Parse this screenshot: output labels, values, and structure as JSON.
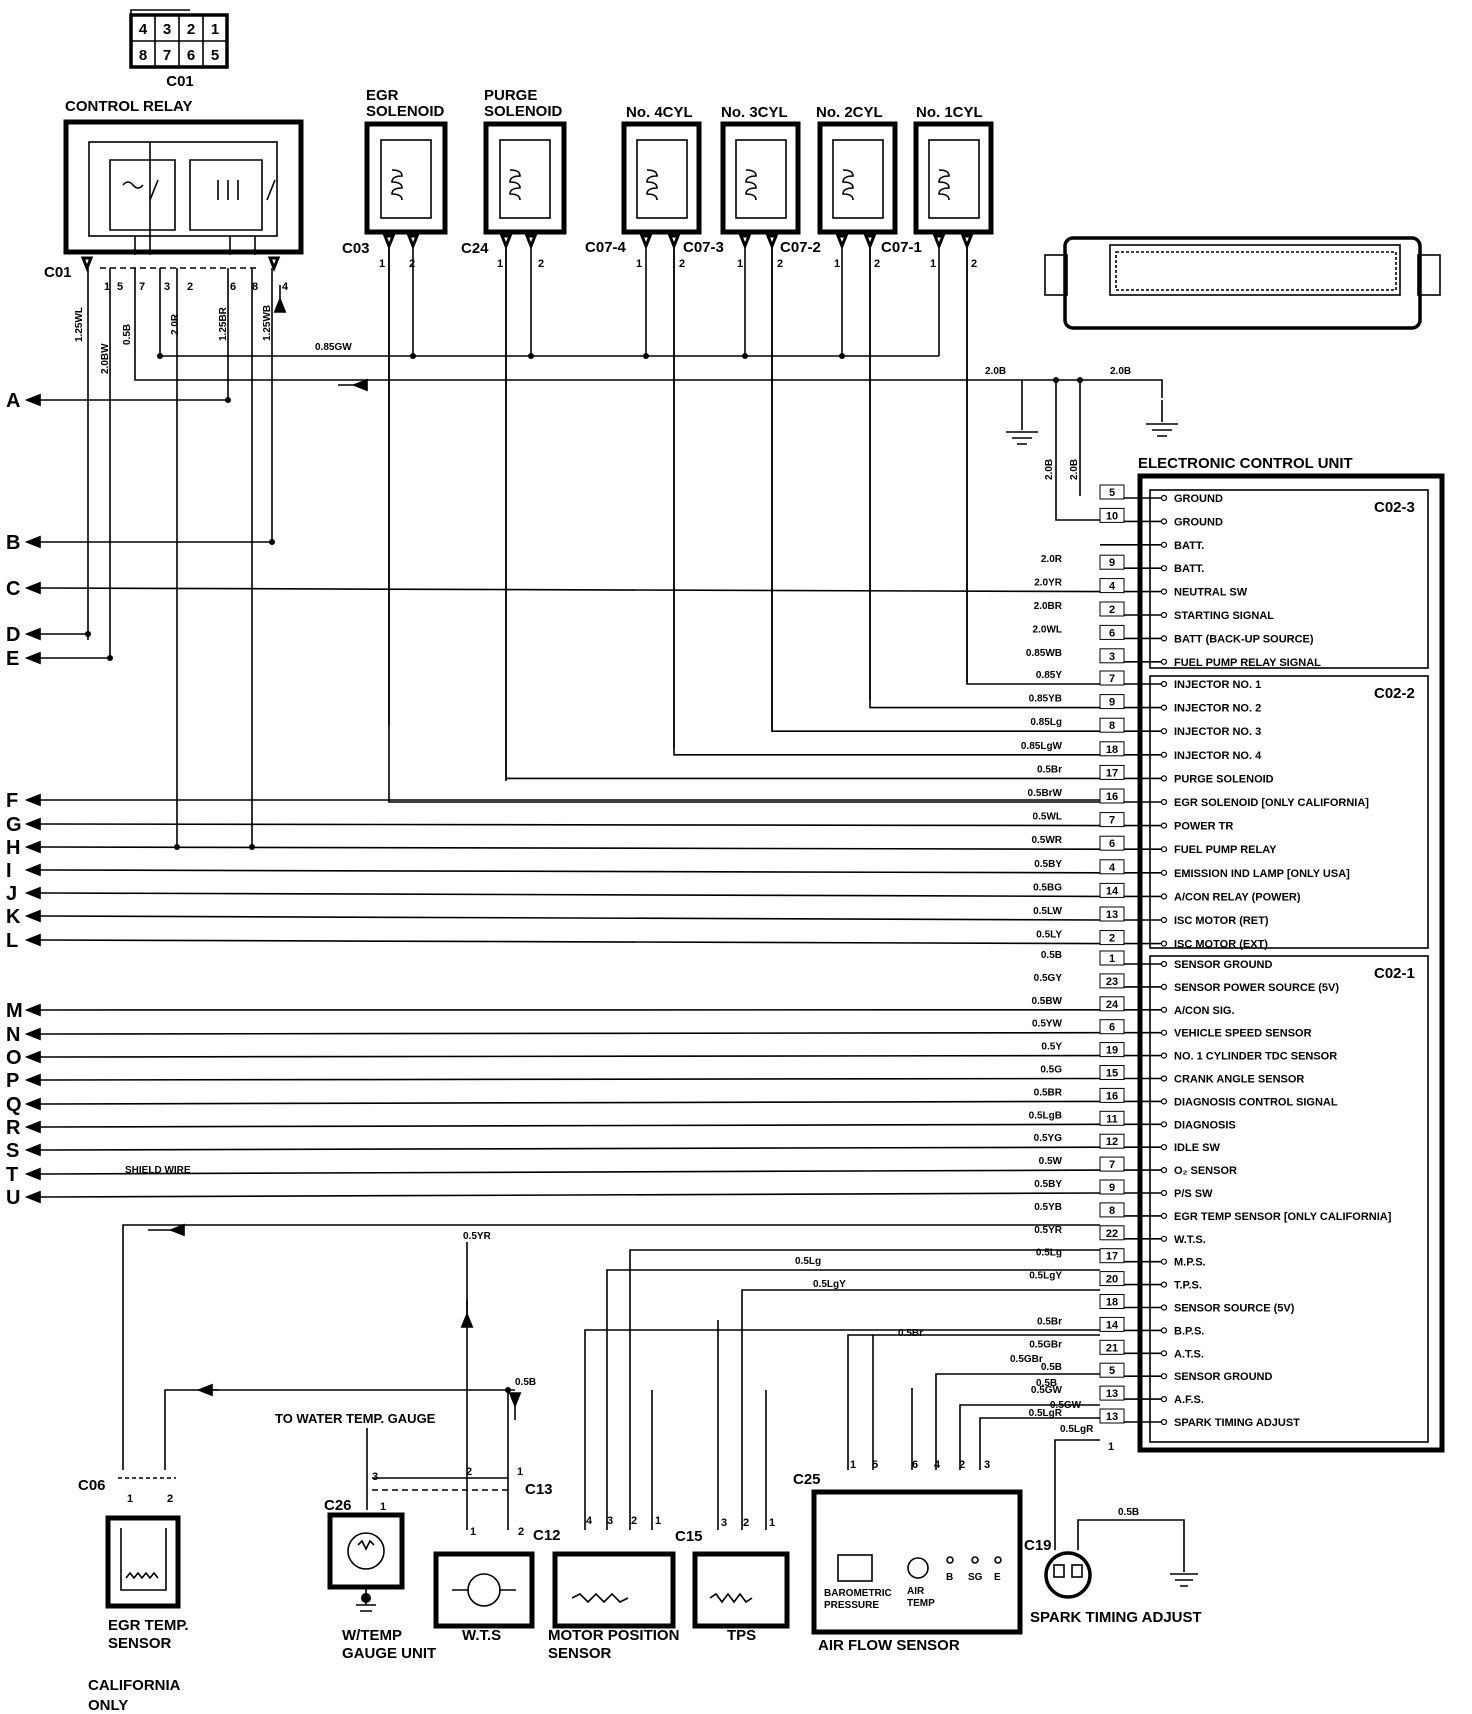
{
  "relay_connector": {
    "pins_top": [
      "4",
      "3",
      "2",
      "1"
    ],
    "pins_bottom": [
      "8",
      "7",
      "6",
      "5"
    ],
    "name": "C01"
  },
  "components": {
    "control_relay": "CONTROL RELAY",
    "egr_solenoid": [
      "EGR",
      "SOLENOID"
    ],
    "purge_solenoid": [
      "PURGE",
      "SOLENOID"
    ],
    "cylinders": [
      "No. 4CYL",
      "No. 3CYL",
      "No. 2CYL",
      "No. 1CYL"
    ],
    "ecu": "ELECTRONIC CONTROL UNIT",
    "egr_temp_sensor": [
      "EGR TEMP.",
      "SENSOR"
    ],
    "california_only": [
      "CALIFORNIA",
      "ONLY"
    ],
    "temp_gauge_unit": [
      "W/TEMP",
      "GAUGE UNIT"
    ],
    "to_water_temp_gauge": "TO WATER TEMP. GAUGE",
    "wts": "W.T.S",
    "mps": [
      "MOTOR POSITION",
      "SENSOR"
    ],
    "tps": "TPS",
    "afs": "AIR FLOW SENSOR",
    "afs_inner": {
      "baro": [
        "BAROMETRIC",
        "PRESSURE"
      ],
      "air": [
        "AIR",
        "TEMP"
      ],
      "b": "B",
      "sg": "SG",
      "e": "E"
    },
    "spark_adjust": "SPARK TIMING ADJUST",
    "shield_wire": "SHIELD WIRE"
  },
  "connectors": {
    "c01": "C01",
    "c03": "C03",
    "c24": "C24",
    "c07": [
      "C07-4",
      "C07-3",
      "C07-2",
      "C07-1"
    ],
    "c06": "C06",
    "c26": "C26",
    "c13": "C13",
    "c12": "C12",
    "c15": "C15",
    "c25": "C25",
    "c19": "C19"
  },
  "relay_pins": [
    "1",
    "5",
    "7",
    "3",
    "2",
    "6",
    "8",
    "4"
  ],
  "relay_wires": [
    "1.25WL",
    "2.0BW",
    "0.5B",
    "2.0R",
    "1.25BR",
    "1.25WB"
  ],
  "bus_labels": {
    "gw": "0.85GW",
    "ob1": "2.0B",
    "ob2": "2.0B",
    "ob3": "2.0B",
    "ob4": "2.0B"
  },
  "groups": {
    "g3": "C02-3",
    "g2": "C02-2",
    "g1": "C02-1"
  },
  "c02_3": [
    {
      "label": "GROUND",
      "pin": "5",
      "wire": ""
    },
    {
      "label": "GROUND",
      "pin": "10",
      "wire": ""
    },
    {
      "label": "BATT.",
      "pin": "",
      "wire": ""
    },
    {
      "label": "BATT.",
      "pin": "9",
      "wire": "2.0R"
    },
    {
      "label": "NEUTRAL SW",
      "pin": "4",
      "wire": "2.0YR"
    },
    {
      "label": "STARTING SIGNAL",
      "pin": "2",
      "wire": "2.0BR"
    },
    {
      "label": "BATT (BACK-UP SOURCE)",
      "pin": "6",
      "wire": "2.0WL"
    },
    {
      "label": "FUEL PUMP RELAY SIGNAL",
      "pin": "3",
      "wire": "0.85WB"
    }
  ],
  "c02_2": [
    {
      "label": "INJECTOR NO. 1",
      "pin": "7",
      "wire": "0.85Y"
    },
    {
      "label": "INJECTOR NO. 2",
      "pin": "9",
      "wire": "0.85YB"
    },
    {
      "label": "INJECTOR NO. 3",
      "pin": "8",
      "wire": "0.85Lg"
    },
    {
      "label": "INJECTOR NO. 4",
      "pin": "18",
      "wire": "0.85LgW"
    },
    {
      "label": "PURGE SOLENOID",
      "pin": "17",
      "wire": "0.5Br"
    },
    {
      "label": "EGR SOLENOID [ONLY CALIFORNIA]",
      "pin": "16",
      "wire": "0.5BrW"
    },
    {
      "label": "POWER TR",
      "pin": "7",
      "wire": "0.5WL"
    },
    {
      "label": "FUEL PUMP RELAY",
      "pin": "6",
      "wire": "0.5WR"
    },
    {
      "label": "EMISSION IND LAMP [ONLY USA]",
      "pin": "4",
      "wire": "0.5BY"
    },
    {
      "label": "A/CON RELAY (POWER)",
      "pin": "14",
      "wire": "0.5BG"
    },
    {
      "label": "ISC MOTOR (RET)",
      "pin": "13",
      "wire": "0.5LW"
    },
    {
      "label": "ISC MOTOR (EXT)",
      "pin": "2",
      "wire": "0.5LY"
    }
  ],
  "c02_1": [
    {
      "label": "SENSOR GROUND",
      "pin": "1",
      "wire": "0.5B"
    },
    {
      "label": "SENSOR POWER SOURCE (5V)",
      "pin": "23",
      "wire": "0.5GY"
    },
    {
      "label": "A/CON SIG.",
      "pin": "24",
      "wire": "0.5BW"
    },
    {
      "label": "VEHICLE SPEED SENSOR",
      "pin": "6",
      "wire": "0.5YW"
    },
    {
      "label": "NO. 1 CYLINDER TDC SENSOR",
      "pin": "19",
      "wire": "0.5Y"
    },
    {
      "label": "CRANK ANGLE SENSOR",
      "pin": "15",
      "wire": "0.5G"
    },
    {
      "label": "DIAGNOSIS CONTROL SIGNAL",
      "pin": "16",
      "wire": "0.5BR"
    },
    {
      "label": "DIAGNOSIS",
      "pin": "11",
      "wire": "0.5LgB"
    },
    {
      "label": "IDLE SW",
      "pin": "12",
      "wire": "0.5YG"
    },
    {
      "label": "O₂ SENSOR",
      "pin": "7",
      "wire": "0.5W"
    },
    {
      "label": "P/S SW",
      "pin": "9",
      "wire": "0.5BY"
    },
    {
      "label": "EGR TEMP SENSOR [ONLY CALIFORNIA]",
      "pin": "8",
      "wire": "0.5YB"
    },
    {
      "label": "W.T.S.",
      "pin": "22",
      "wire": "0.5YR"
    },
    {
      "label": "M.P.S.",
      "pin": "17",
      "wire": "0.5Lg"
    },
    {
      "label": "T.P.S.",
      "pin": "20",
      "wire": "0.5LgY"
    },
    {
      "label": "SENSOR SOURCE (5V)",
      "pin": "18",
      "wire": ""
    },
    {
      "label": "B.P.S.",
      "pin": "14",
      "wire": "0.5Br"
    },
    {
      "label": "A.T.S.",
      "pin": "21",
      "wire": "0.5GBr"
    },
    {
      "label": "SENSOR GROUND",
      "pin": "5",
      "wire": "0.5B"
    },
    {
      "label": "A.F.S.",
      "pin": "13",
      "wire": "0.5GW"
    },
    {
      "label": "SPARK TIMING ADJUST",
      "pin": "13",
      "wire": "0.5LgR"
    }
  ],
  "left_letters": [
    "A",
    "B",
    "C",
    "D",
    "E",
    "F",
    "G",
    "H",
    "I",
    "J",
    "K",
    "L",
    "M",
    "N",
    "O",
    "P",
    "Q",
    "R",
    "S",
    "T",
    "U"
  ],
  "sensor_pins": {
    "c06": [
      "1",
      "2"
    ],
    "c26": [
      "3",
      "1"
    ],
    "wts": [
      "2",
      "1"
    ],
    "wts_b": [
      "1",
      "2"
    ],
    "c12": [
      "4",
      "3",
      "2",
      "1"
    ],
    "c15": [
      "3",
      "2",
      "1"
    ],
    "c25": [
      "1",
      "5",
      "6",
      "4",
      "2",
      "3"
    ],
    "stp": "1"
  },
  "misc": {
    "ecu_last_pin": "1",
    "gw_spark": "0.5B",
    "wts_wire": "0.5B"
  }
}
